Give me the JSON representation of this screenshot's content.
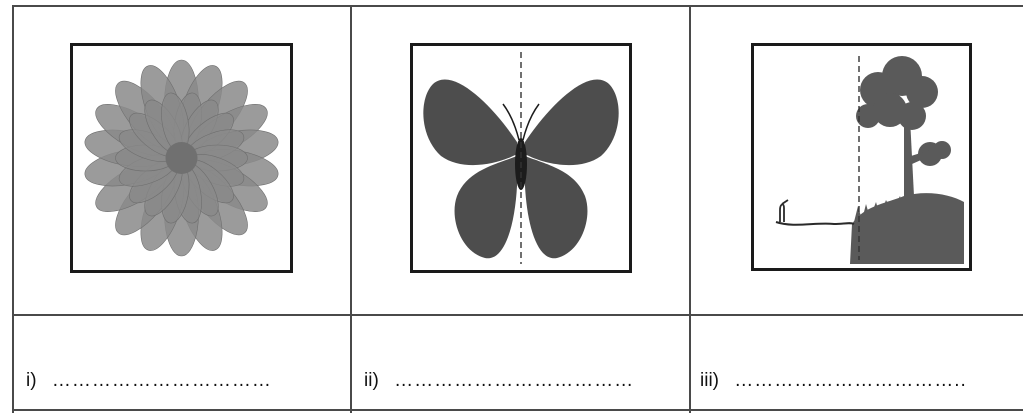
{
  "figures": [
    {
      "name": "flower",
      "label": "i)",
      "blank": "……………………………"
    },
    {
      "name": "butterfly",
      "label": "ii)",
      "blank": "………………………………"
    },
    {
      "name": "tree-landscape",
      "label": "iii)",
      "blank": "…………………………….."
    }
  ],
  "colors": {
    "flower_petal": "#8a8a8a",
    "butterfly_wing": "#4d4d4d",
    "silhouette": "#5a5a5a",
    "border": "#1a1a1a"
  }
}
